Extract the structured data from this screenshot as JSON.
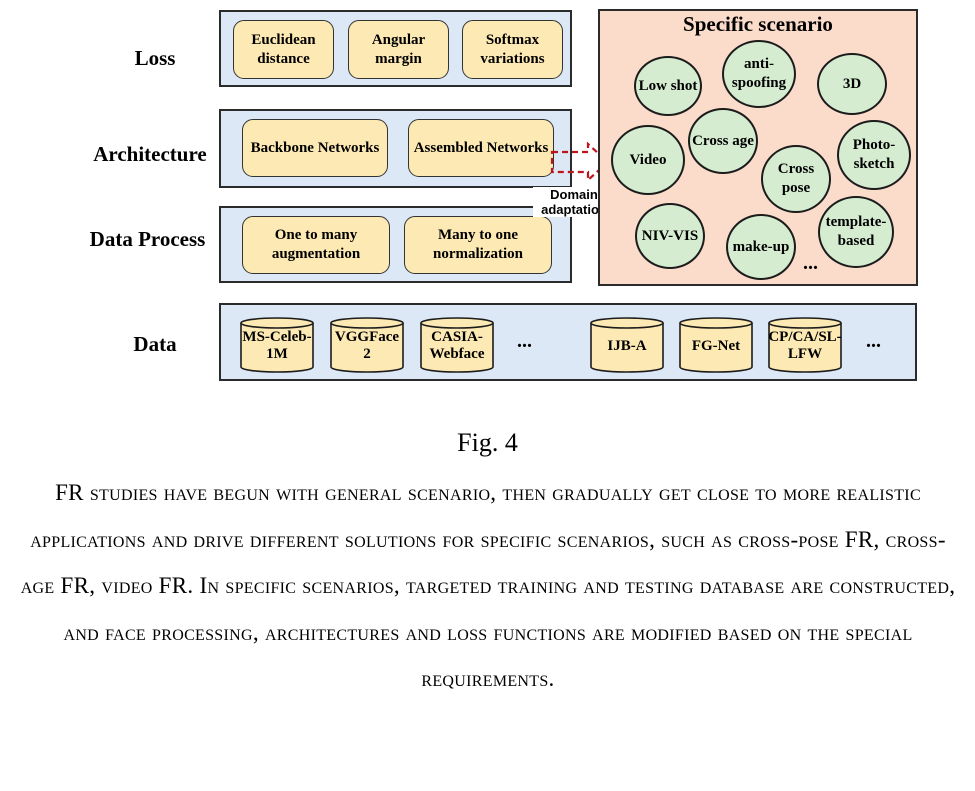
{
  "rows": {
    "loss": "Loss",
    "architecture": "Architecture",
    "data_process": "Data Process",
    "data": "Data"
  },
  "loss_items": [
    "Euclidean distance",
    "Angular margin",
    "Softmax variations"
  ],
  "architecture_items": [
    "Backbone Networks",
    "Assembled Networks"
  ],
  "data_process_items": [
    "One to many augmentation",
    "Many to one normalization"
  ],
  "datasets": [
    "MS-Celeb-1M",
    "VGGFace 2",
    "CASIA-Webface",
    "IJB-A",
    "FG-Net",
    "CP/CA/SL-LFW"
  ],
  "ellipsis": "...",
  "domain_adaptation": "Domain adaptation",
  "specific_scenario": {
    "title": "Specific scenario",
    "items": [
      "Low shot",
      "anti-spoofing",
      "3D",
      "Cross age",
      "Video",
      "Photo-sketch",
      "Cross pose",
      "NIV-VIS",
      "make-up",
      "template-based"
    ]
  },
  "figure_label": "Fig. 4",
  "caption": "FR studies have begun with general scenario, then gradually get close to more realistic applications and drive different solutions for specific scenarios, such as cross-pose FR, cross-age FR, video FR. In specific scenarios, targeted training and testing database are constructed, and face processing, architectures and loss functions are modified based on the special requirements."
}
